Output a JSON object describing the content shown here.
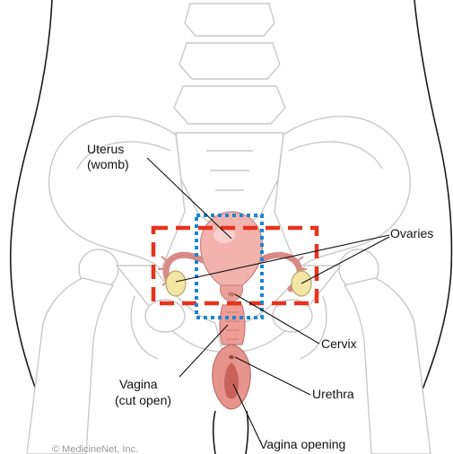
{
  "labels": {
    "uterus_line1": "Uterus",
    "uterus_line2": "(womb)",
    "ovaries": "Ovaries",
    "cervix": "Cervix",
    "vagina_line1": "Vagina",
    "vagina_line2": "(cut open)",
    "urethra": "Urethra",
    "vagina_opening": "Vagina opening"
  },
  "credit": "© MedicineNet, Inc.",
  "colors": {
    "red_box": "#e8321e",
    "blue_box": "#1a86d0",
    "uterus_fill": "#f2b3ad",
    "organ_dark": "#d98a86",
    "ovary_fill": "#f3e6a4",
    "bone_stroke": "#c9c9c9",
    "body_outline": "#1a1a1a"
  }
}
